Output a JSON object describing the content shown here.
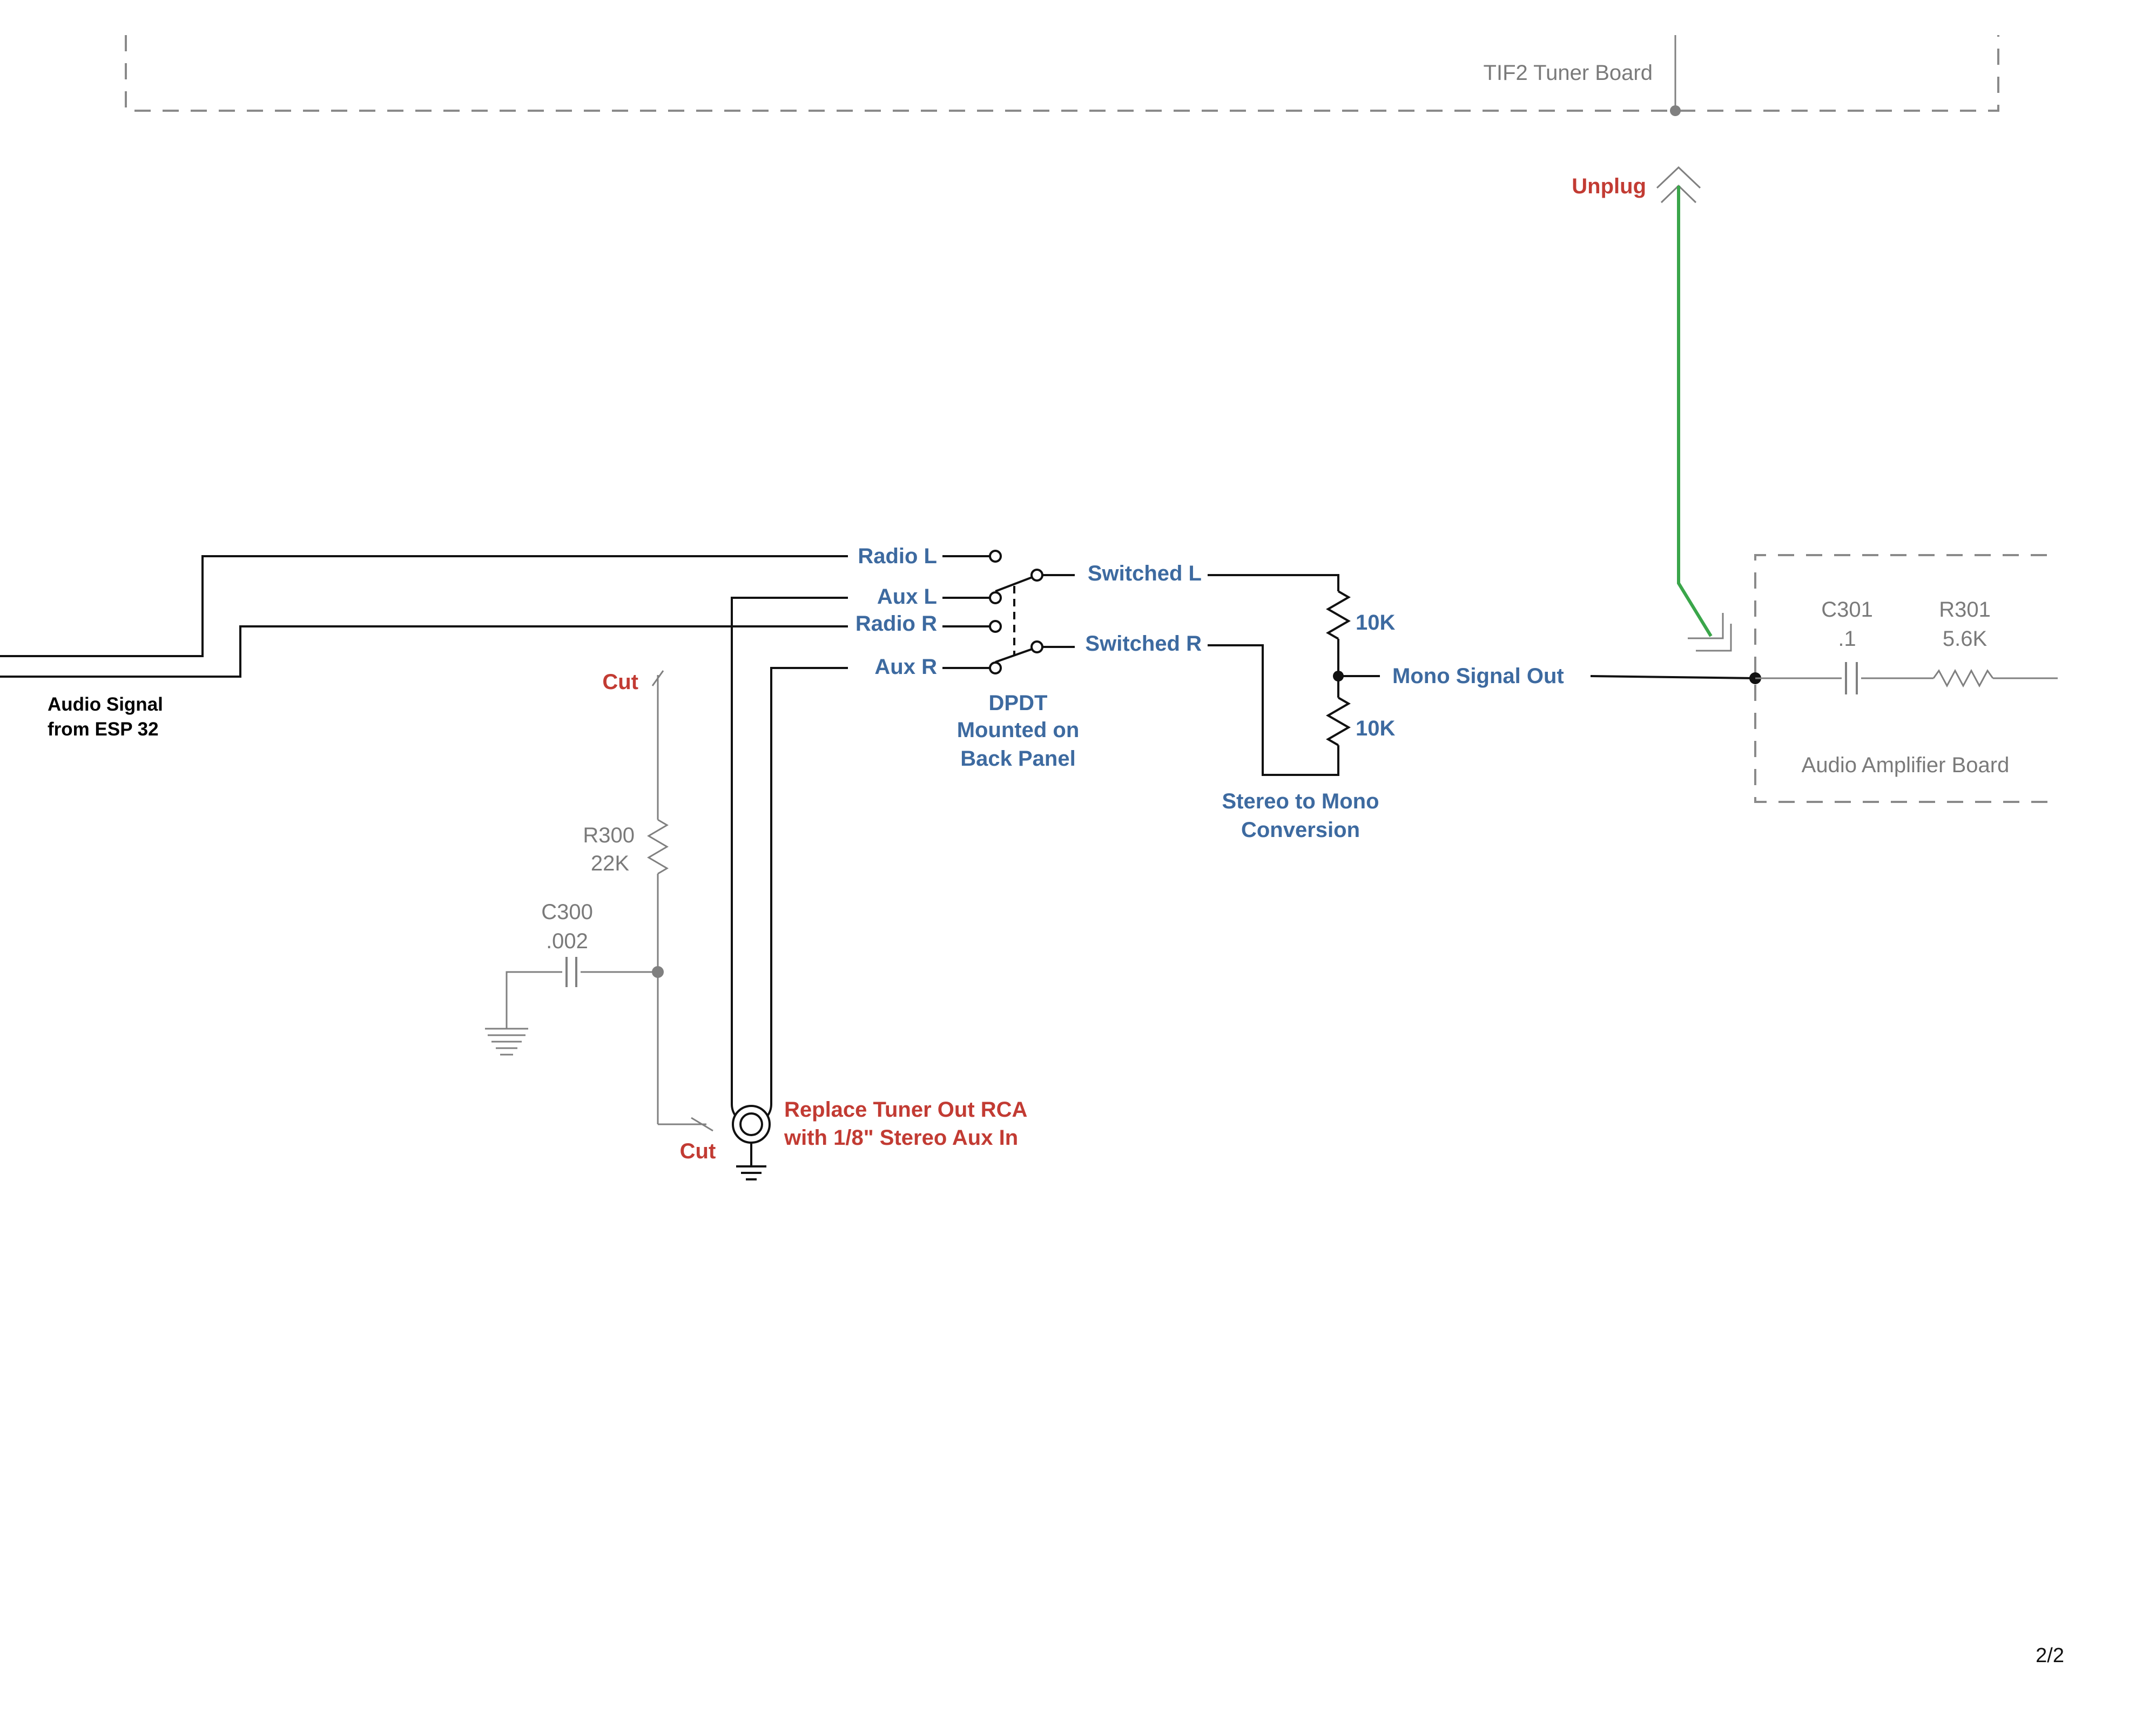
{
  "boards": {
    "tuner": "TIF2 Tuner Board",
    "amplifier": "Audio Amplifier Board"
  },
  "labels": {
    "unplug": "Unplug",
    "audio_signal_line1": "Audio Signal",
    "audio_signal_line2": "from ESP 32",
    "radio_l": "Radio L",
    "aux_l": "Aux L",
    "radio_r": "Radio R",
    "aux_r": "Aux R",
    "switched_l": "Switched L",
    "switched_r": "Switched R",
    "dpdt_line1": "DPDT",
    "dpdt_line2": "Mounted on",
    "dpdt_line3": "Back Panel",
    "mono_out": "Mono Signal Out",
    "stereo_mono_line1": "Stereo to Mono",
    "stereo_mono_line2": "Conversion",
    "cut_top": "Cut",
    "cut_bottom": "Cut",
    "replace_line1": "Replace Tuner Out RCA",
    "replace_line2": "with 1/8\" Stereo Aux In",
    "page_number": "2/2"
  },
  "components": {
    "r_mix_top": "10K",
    "r_mix_bottom": "10K",
    "r300_name": "R300",
    "r300_value": "22K",
    "c300_name": "C300",
    "c300_value": ".002",
    "c301_name": "C301",
    "c301_value": ".1",
    "r301_name": "R301",
    "r301_value": "5.6K"
  },
  "colors": {
    "new_wiring": "#3d6aa0",
    "modification": "#c23b33",
    "existing": "#7a7a7a",
    "unplug_wire": "#3aa64a"
  }
}
